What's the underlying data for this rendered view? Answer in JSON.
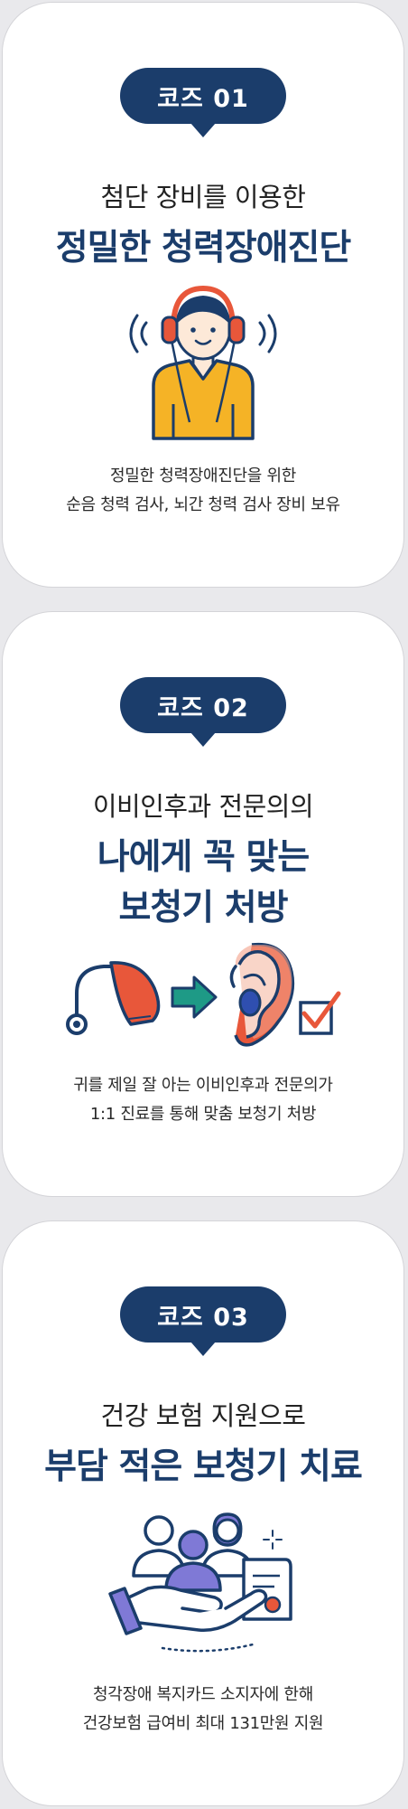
{
  "cards": [
    {
      "badge": "코즈 01",
      "subtitle": "첨단 장비를 이용한",
      "title": "정밀한 청력장애진단",
      "desc_line1": "정밀한 청력장애진단을 위한",
      "desc_line2": "순음 청력 검사, 뇌간 청력 검사 장비 보유",
      "icon": "headphones-person-icon"
    },
    {
      "badge": "코즈 02",
      "subtitle": "이비인후과 전문의의",
      "title_line1": "나에게 꼭 맞는",
      "title_line2": "보청기 처방",
      "desc_line1": "귀를 제일 잘 아는 이비인후과 전문의가",
      "desc_line2": "1:1 진료를 통해 맞춤 보청기 처방",
      "icon": "hearing-aid-fitting-icon"
    },
    {
      "badge": "코즈 03",
      "subtitle": "건강 보험 지원으로",
      "title": "부담 적은 보청기 치료",
      "desc_line1": "청각장애 복지카드 소지자에 한해",
      "desc_line2": "건강보험 급여비 최대 131만원 지원",
      "icon": "insurance-support-icon"
    }
  ],
  "colors": {
    "navy": "#1b3d6b",
    "orange": "#e8573a",
    "teal": "#1e9a86",
    "yellow": "#f5b326",
    "purple": "#7f79d6"
  }
}
